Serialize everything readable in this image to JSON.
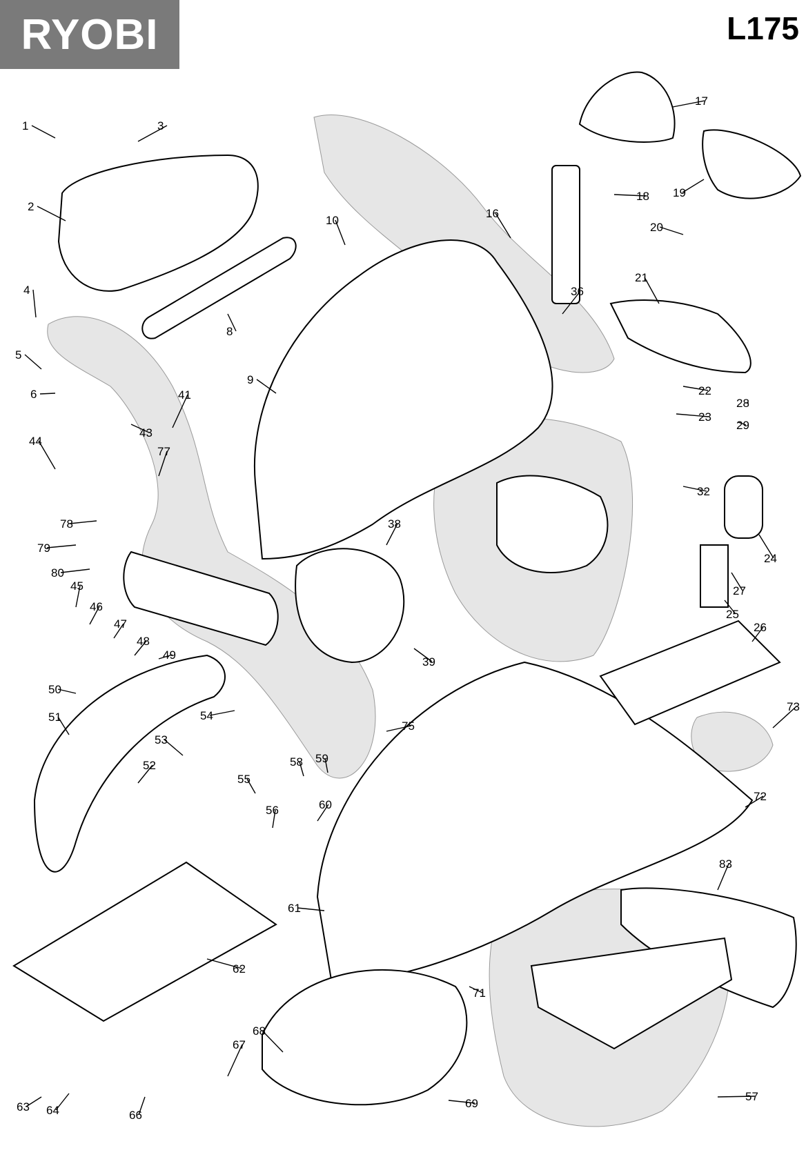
{
  "brand": "RYOBI",
  "model": "L175",
  "callouts": [
    "1",
    "2",
    "3",
    "4",
    "5",
    "6",
    "8",
    "9",
    "10",
    "16",
    "17",
    "18",
    "19",
    "20",
    "21",
    "22",
    "23",
    "24",
    "25",
    "26",
    "27",
    "28",
    "29",
    "32",
    "36",
    "38",
    "39",
    "41",
    "43",
    "44",
    "45",
    "46",
    "47",
    "48",
    "49",
    "50",
    "51",
    "52",
    "53",
    "54",
    "55",
    "56",
    "57",
    "58",
    "59",
    "60",
    "61",
    "62",
    "63",
    "64",
    "66",
    "67",
    "68",
    "69",
    "71",
    "72",
    "73",
    "75",
    "77",
    "78",
    "79",
    "80",
    "83"
  ]
}
